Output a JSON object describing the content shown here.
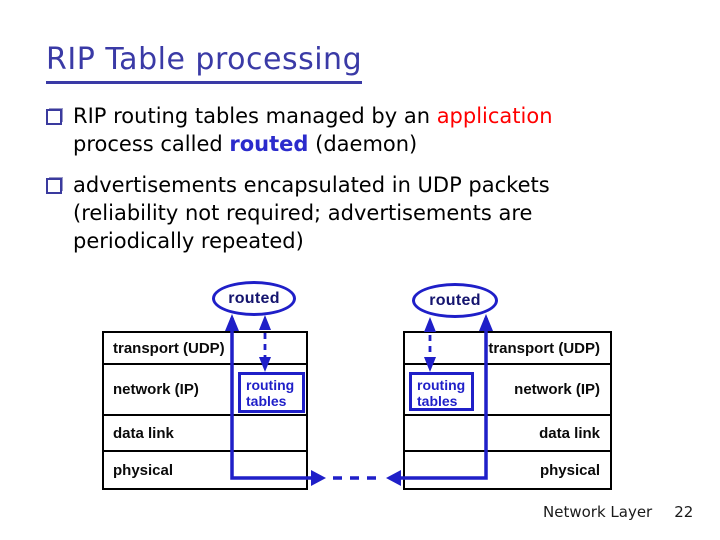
{
  "slide": {
    "title": "RIP Table processing",
    "bullet1": {
      "line1_part1": "RIP routing tables managed by an ",
      "line1_accent": "application",
      "line2_part1": "process called ",
      "line2_routed": "routed",
      "line2_part2": " (daemon)"
    },
    "bullet2": {
      "line1": "advertisements encapsulated in UDP packets",
      "line2": "(reliability not required; advertisements are",
      "line3": "periodically repeated)"
    }
  },
  "diagram": {
    "process_label": "routed",
    "routing_box": {
      "line1": "routing",
      "line2": "tables"
    },
    "layers": [
      "transport (UDP)",
      "network (IP)",
      "data link",
      "physical"
    ]
  },
  "footer": {
    "section": "Network Layer",
    "page": "22"
  },
  "colors": {
    "title": "#3a3aa6",
    "accent_red": "#ff0000",
    "routed_blue": "#2b2bcc",
    "diagram_blue": "#1f1fc8",
    "table_border": "#000000"
  }
}
